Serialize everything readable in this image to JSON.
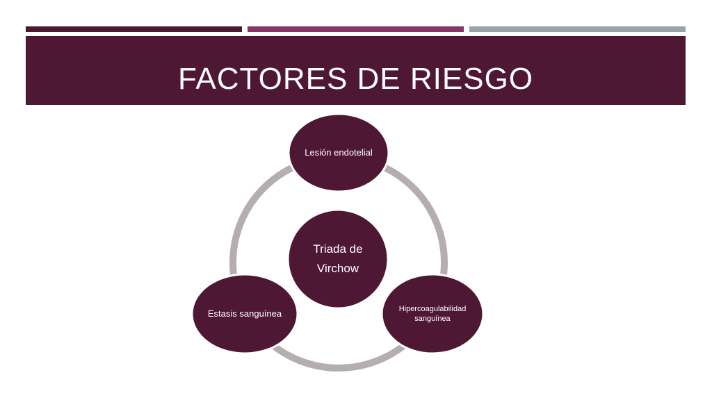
{
  "slide": {
    "title": "FACTORES DE RIESGO"
  },
  "diagram": {
    "center": {
      "line1": "Triada de",
      "line2": "Virchow"
    },
    "nodes": [
      {
        "label": "Lesión endotelial"
      },
      {
        "line1": "Hipercoagulabilidad",
        "line2": "sanguínea"
      },
      {
        "label": "Estasis sanguínea"
      }
    ]
  },
  "colors": {
    "primary": "#4e1734",
    "accent": "#8b3468",
    "gray": "#9aa3ab",
    "ring": "#b4aeb2"
  }
}
